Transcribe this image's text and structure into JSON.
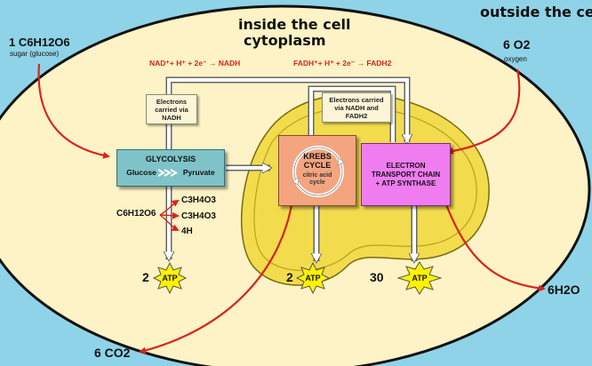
{
  "labels": {
    "outside": "outside the cell",
    "inside": "inside the cell",
    "cytoplasm": "cytoplasm",
    "glucose_in": "1 C6H12O6",
    "glucose_name": "sugar (glucose)",
    "oxygen_in": "6 O2",
    "oxygen_name": "oxygen",
    "co2_out": "6 CO2",
    "water_out": "6H2O",
    "nadh_eq": "NAD⁺+ H⁺ + 2e⁻ → NADH",
    "fadh_eq": "FADH⁺+ H⁺ + 2e⁻ → FADH2"
  },
  "notes": {
    "nadh_note": "Electrons carried via NADH",
    "nadh_fadh_note": "Electrons carried via NADH and FADH2"
  },
  "glycolysis": {
    "title": "GLYCOLYSIS",
    "input": "Glucose",
    "output": "Pyruvate"
  },
  "krebs": {
    "title_line1": "KREBS",
    "title_line2": "CYCLE",
    "sub_line1": "citric acid",
    "sub_line2": "cycle"
  },
  "etc": {
    "line1": "ELECTRON",
    "line2": "TRANSPORT CHAIN",
    "line3": "+ ATP SYNTHASE"
  },
  "products": {
    "formula": "C6H12O6",
    "p1": "C3H4O3",
    "p2": "C3H4O3",
    "p3": "4H"
  },
  "atp": {
    "glycolysis_count": "2",
    "krebs_count": "2",
    "etc_count": "30",
    "label": "ATP"
  },
  "colors": {
    "background": "#8fd3e8",
    "cell": "#fdf3c6",
    "mitochondrion": "#f2dc4e",
    "arrow_red": "#d9241c",
    "glycolysis": "#7fc3c8",
    "krebs": "#f4a580",
    "etc": "#f07df0",
    "atp_star": "#fff200"
  }
}
